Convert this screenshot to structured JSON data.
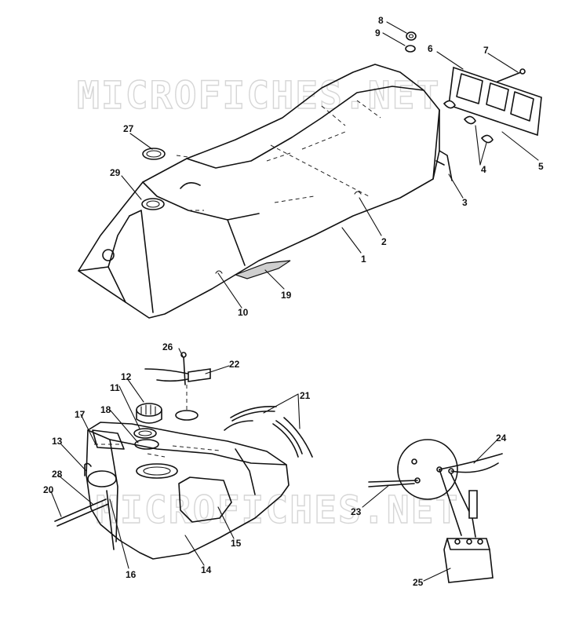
{
  "watermark": {
    "text": "MICROFICHES.NET",
    "color": "#d6d6d6"
  },
  "callouts": [
    {
      "id": "c1",
      "text": "1"
    },
    {
      "id": "c2",
      "text": "2"
    },
    {
      "id": "c3",
      "text": "3"
    },
    {
      "id": "c4",
      "text": "4"
    },
    {
      "id": "c5",
      "text": "5"
    },
    {
      "id": "c6",
      "text": "6"
    },
    {
      "id": "c7",
      "text": "7"
    },
    {
      "id": "c8",
      "text": "8"
    },
    {
      "id": "c9",
      "text": "9"
    },
    {
      "id": "c10",
      "text": "10"
    },
    {
      "id": "c11",
      "text": "11"
    },
    {
      "id": "c12",
      "text": "12"
    },
    {
      "id": "c13",
      "text": "13"
    },
    {
      "id": "c14",
      "text": "14"
    },
    {
      "id": "c15",
      "text": "15"
    },
    {
      "id": "c16",
      "text": "16"
    },
    {
      "id": "c17",
      "text": "17"
    },
    {
      "id": "c18",
      "text": "18"
    },
    {
      "id": "c19",
      "text": "19"
    },
    {
      "id": "c20",
      "text": "20"
    },
    {
      "id": "c21",
      "text": "21"
    },
    {
      "id": "c22",
      "text": "22"
    },
    {
      "id": "c23",
      "text": "23"
    },
    {
      "id": "c24",
      "text": "24"
    },
    {
      "id": "c25",
      "text": "25"
    },
    {
      "id": "c26",
      "text": "26"
    },
    {
      "id": "c27",
      "text": "27"
    },
    {
      "id": "c28",
      "text": "28"
    },
    {
      "id": "c29",
      "text": "29"
    }
  ]
}
